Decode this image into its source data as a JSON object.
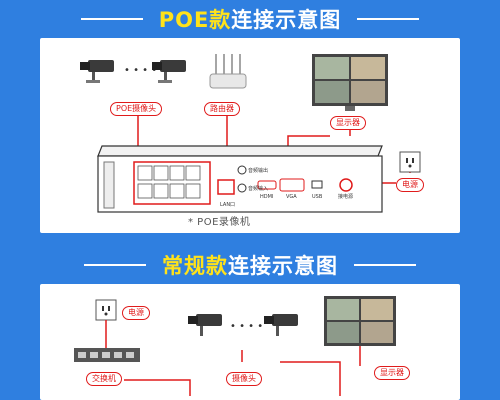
{
  "section1": {
    "title_highlight": "POE款",
    "title_rest": "连接示意图",
    "labels": {
      "poe_camera": "POE摄像头",
      "router": "路由器",
      "monitor": "显示器",
      "power": "电源"
    },
    "nvr_caption": "* POE录像机",
    "port_labels": {
      "lan": "LAN口",
      "audio_out": "音频输出",
      "audio_in": "音频输入",
      "hdmi": "HDMI",
      "vga": "VGA",
      "usb": "USB",
      "power_port": "接电源"
    }
  },
  "section2": {
    "title_highlight": "常规款",
    "title_rest": "连接示意图",
    "labels": {
      "power": "电源",
      "switch": "交换机",
      "camera": "摄像头",
      "monitor": "显示器"
    }
  },
  "colors": {
    "accent": "#e01b1b",
    "band": "#2f7fe0",
    "highlight": "#ffe21a"
  }
}
